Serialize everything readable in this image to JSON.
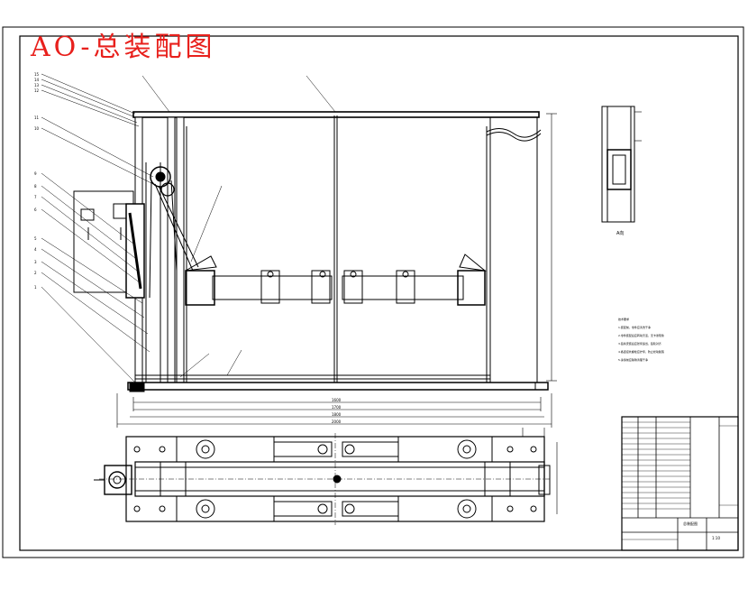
{
  "drawing": {
    "title": "AO-总装配图",
    "view_label": "A向",
    "dimension_labels": [
      "1600",
      "1700",
      "1800",
      "2000"
    ],
    "leader_labels": [
      "15",
      "14",
      "13",
      "12",
      "11",
      "10",
      "9",
      "8",
      "7",
      "6",
      "5",
      "4",
      "3",
      "2",
      "1"
    ],
    "colors": {
      "line": "#000000",
      "stamp": "#e8201c",
      "paper": "#ffffff"
    }
  },
  "tech_notes": {
    "heading": "技术要求",
    "lines": [
      "1.装配前，零件应清洗干净",
      "2.零件装配后应转动灵活，无卡滞现象",
      "3.链条安装后应张紧适当，链轮对齐",
      "4.各连接处螺栓应拧紧，防止松动脱落",
      "5.涂漆前应除锈清理干净"
    ]
  },
  "title_block": {
    "drawing_name": "总装配图",
    "scale": "1:10"
  }
}
